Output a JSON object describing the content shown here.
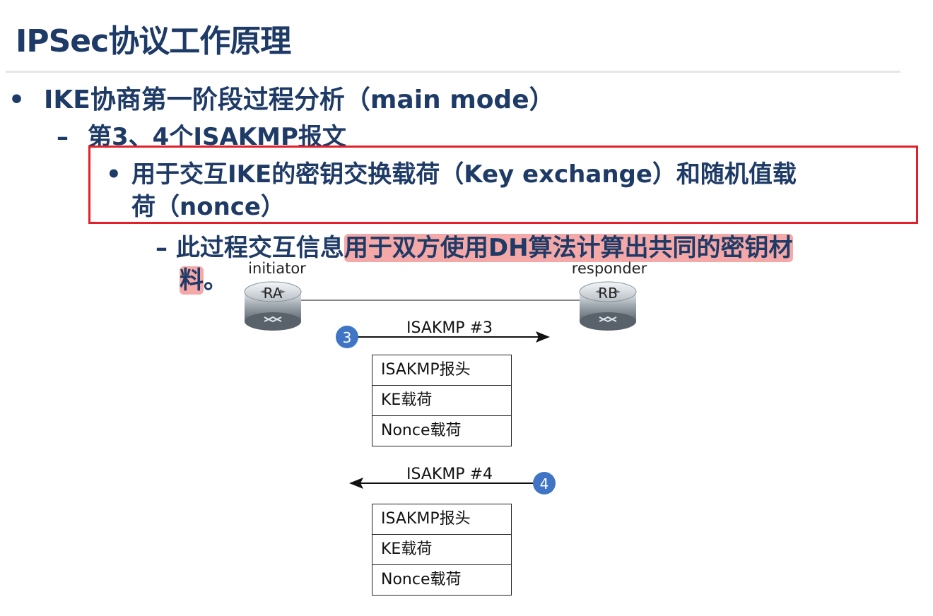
{
  "title": "IPSec协议工作原理",
  "bullets": {
    "level1_marker": "•",
    "level1": "IKE协商第一阶段过程分析（main mode）",
    "level2_marker": "–",
    "level2": "第3、4个ISAKMP报文",
    "level3_marker": "•",
    "level3_line1": "用于交互IKE的密钥交换载荷（Key exchange）和随机值载",
    "level3_line2": "荷（nonce）",
    "level4_marker": "–",
    "level4_plain": "此过程交互信息",
    "level4_highlight_line1": "用于双方使用DH算法计算出共同的密钥材",
    "level4_highlight_line2": "料",
    "level4_tail": "。"
  },
  "diagram": {
    "left_device_role": "initiator",
    "left_device_name": "RA",
    "right_device_role": "responder",
    "right_device_name": "RB",
    "message3": {
      "step": "3",
      "label": "ISAKMP #3",
      "rows": [
        "ISAKMP报头",
        "KE载荷",
        "Nonce载荷"
      ]
    },
    "message4": {
      "step": "4",
      "label": "ISAKMP #4",
      "rows": [
        "ISAKMP报头",
        "KE载荷",
        "Nonce载荷"
      ]
    }
  },
  "colors": {
    "text_navy": "#1e3a66",
    "highlight_box": "#e3202a",
    "highlight_fill": "#f5a8a8",
    "step_circle": "#3f75c4"
  }
}
